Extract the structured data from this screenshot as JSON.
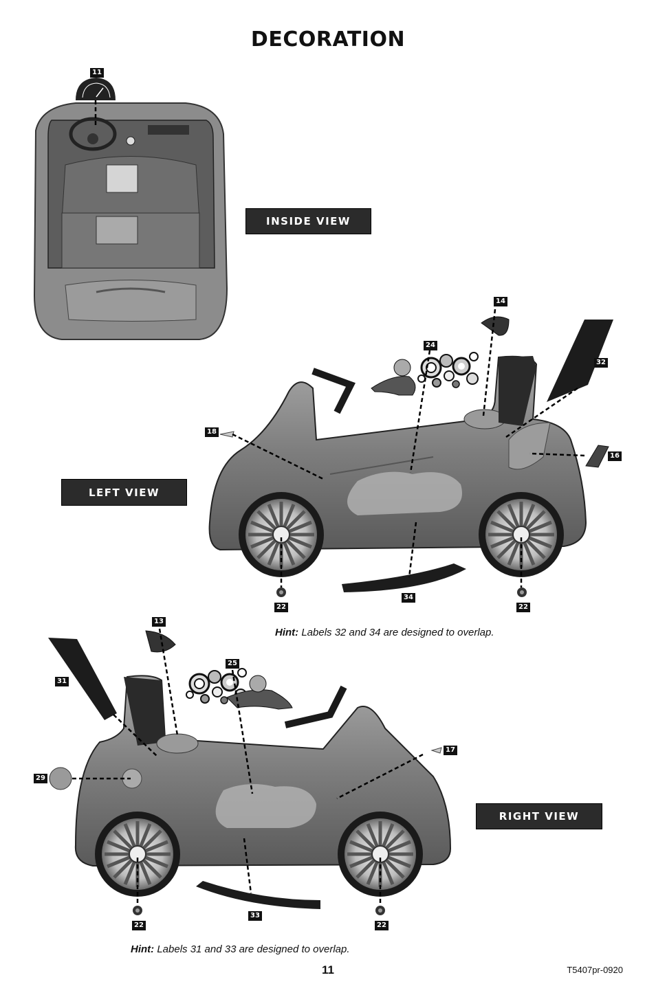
{
  "title": "DECORATION",
  "views": {
    "inside": "INSIDE VIEW",
    "left": "LEFT VIEW",
    "right": "RIGHT VIEW"
  },
  "part_tags": {
    "p11": "11",
    "p14": "14",
    "p24": "24",
    "p32": "32",
    "p18": "18",
    "p16": "16",
    "p22a": "22",
    "p34": "34",
    "p22b": "22",
    "p13": "13",
    "p25": "25",
    "p31": "31",
    "p17": "17",
    "p29": "29",
    "p22c": "22",
    "p33": "33",
    "p22d": "22"
  },
  "hints": {
    "left": {
      "label": "Hint:",
      "text": " Labels 32 and 34 are designed to overlap."
    },
    "right": {
      "label": "Hint:",
      "text": " Labels 31 and 33 are designed to overlap."
    }
  },
  "footer": {
    "page_number": "11",
    "doc_code": "T5407pr-0920"
  },
  "colors": {
    "label_bg": "#2b2b2b",
    "car_body": "#8a8a8a",
    "decal": "#1c1c1c"
  }
}
